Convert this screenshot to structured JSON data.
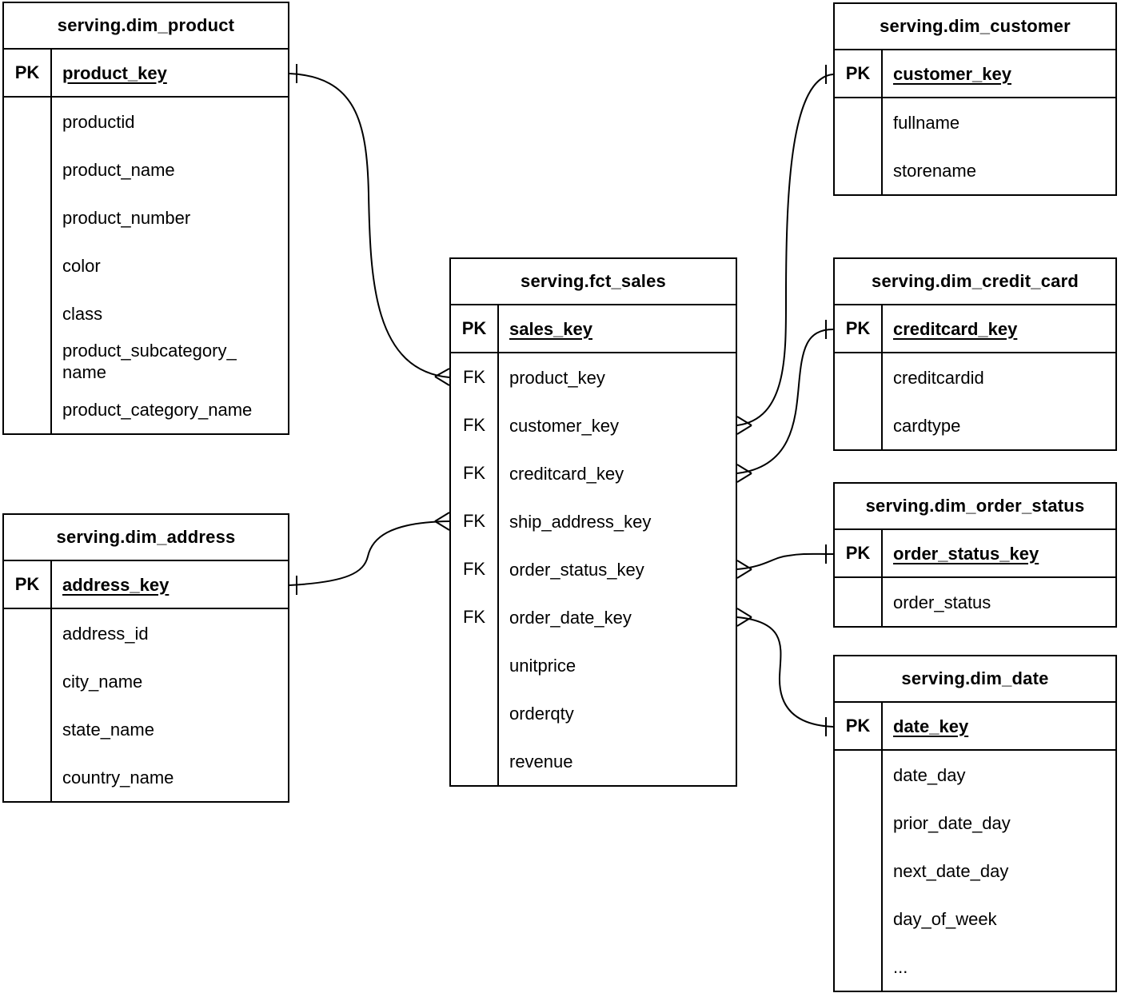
{
  "colors": {
    "stroke": "#000000",
    "background": "#ffffff",
    "text": "#000000"
  },
  "tables": {
    "dim_product": {
      "title": "serving.dim_product",
      "pk": {
        "key": "PK",
        "name": "product_key"
      },
      "fields": [
        {
          "key": "",
          "name": "productid"
        },
        {
          "key": "",
          "name": "product_name"
        },
        {
          "key": "",
          "name": "product_number"
        },
        {
          "key": "",
          "name": "color"
        },
        {
          "key": "",
          "name": "class"
        },
        {
          "key": "",
          "name": "product_subcategory_\nname"
        },
        {
          "key": "",
          "name": "product_category_name"
        }
      ]
    },
    "dim_address": {
      "title": "serving.dim_address",
      "pk": {
        "key": "PK",
        "name": "address_key"
      },
      "fields": [
        {
          "key": "",
          "name": "address_id"
        },
        {
          "key": "",
          "name": "city_name"
        },
        {
          "key": "",
          "name": "state_name"
        },
        {
          "key": "",
          "name": "country_name"
        }
      ]
    },
    "fct_sales": {
      "title": "serving.fct_sales",
      "pk": {
        "key": "PK",
        "name": "sales_key"
      },
      "fields": [
        {
          "key": "FK",
          "name": "product_key"
        },
        {
          "key": "FK",
          "name": "customer_key"
        },
        {
          "key": "FK",
          "name": "creditcard_key"
        },
        {
          "key": "FK",
          "name": "ship_address_key"
        },
        {
          "key": "FK",
          "name": "order_status_key"
        },
        {
          "key": "FK",
          "name": "order_date_key"
        },
        {
          "key": "",
          "name": "unitprice"
        },
        {
          "key": "",
          "name": "orderqty"
        },
        {
          "key": "",
          "name": "revenue"
        }
      ]
    },
    "dim_customer": {
      "title": "serving.dim_customer",
      "pk": {
        "key": "PK",
        "name": "customer_key"
      },
      "fields": [
        {
          "key": "",
          "name": "fullname"
        },
        {
          "key": "",
          "name": "storename"
        }
      ]
    },
    "dim_credit_card": {
      "title": "serving.dim_credit_card",
      "pk": {
        "key": "PK",
        "name": "creditcard_key"
      },
      "fields": [
        {
          "key": "",
          "name": "creditcardid"
        },
        {
          "key": "",
          "name": "cardtype"
        }
      ]
    },
    "dim_order_status": {
      "title": "serving.dim_order_status",
      "pk": {
        "key": "PK",
        "name": "order_status_key"
      },
      "fields": [
        {
          "key": "",
          "name": "order_status"
        }
      ]
    },
    "dim_date": {
      "title": "serving.dim_date",
      "pk": {
        "key": "PK",
        "name": "date_key"
      },
      "fields": [
        {
          "key": "",
          "name": "date_day"
        },
        {
          "key": "",
          "name": "prior_date_day"
        },
        {
          "key": "",
          "name": "next_date_day"
        },
        {
          "key": "",
          "name": "day_of_week"
        },
        {
          "key": "",
          "name": "..."
        }
      ]
    }
  },
  "relations": [
    {
      "from_table": "serving.fct_sales",
      "from_field": "product_key",
      "to_table": "serving.dim_product",
      "to_field": "product_key",
      "from_end": "many",
      "to_end": "one"
    },
    {
      "from_table": "serving.fct_sales",
      "from_field": "ship_address_key",
      "to_table": "serving.dim_address",
      "to_field": "address_key",
      "from_end": "many",
      "to_end": "one"
    },
    {
      "from_table": "serving.fct_sales",
      "from_field": "customer_key",
      "to_table": "serving.dim_customer",
      "to_field": "customer_key",
      "from_end": "many",
      "to_end": "one"
    },
    {
      "from_table": "serving.fct_sales",
      "from_field": "creditcard_key",
      "to_table": "serving.dim_credit_card",
      "to_field": "creditcard_key",
      "from_end": "many",
      "to_end": "one"
    },
    {
      "from_table": "serving.fct_sales",
      "from_field": "order_status_key",
      "to_table": "serving.dim_order_status",
      "to_field": "order_status_key",
      "from_end": "many",
      "to_end": "one"
    },
    {
      "from_table": "serving.fct_sales",
      "from_field": "order_date_key",
      "to_table": "serving.dim_date",
      "to_field": "date_key",
      "from_end": "many",
      "to_end": "one"
    }
  ]
}
